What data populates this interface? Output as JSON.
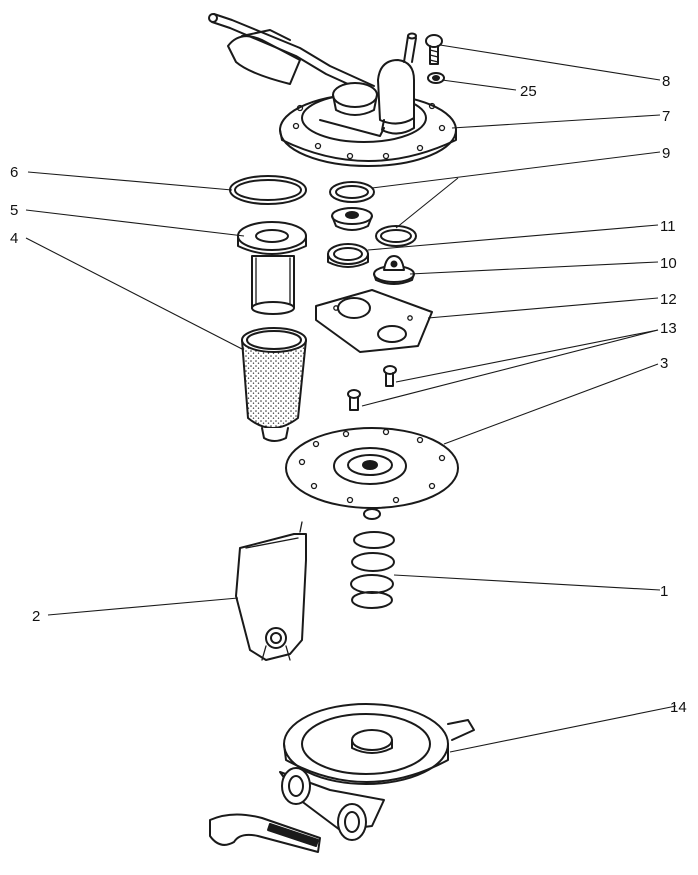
{
  "diagram": {
    "callouts": {
      "n1": "1",
      "n2": "2",
      "n3": "3",
      "n4": "4",
      "n5": "5",
      "n6": "6",
      "n7": "7",
      "n8": "8",
      "n9": "9",
      "n10": "10",
      "n11": "11",
      "n12": "12",
      "n13": "13",
      "n14": "14",
      "n25": "25"
    }
  }
}
